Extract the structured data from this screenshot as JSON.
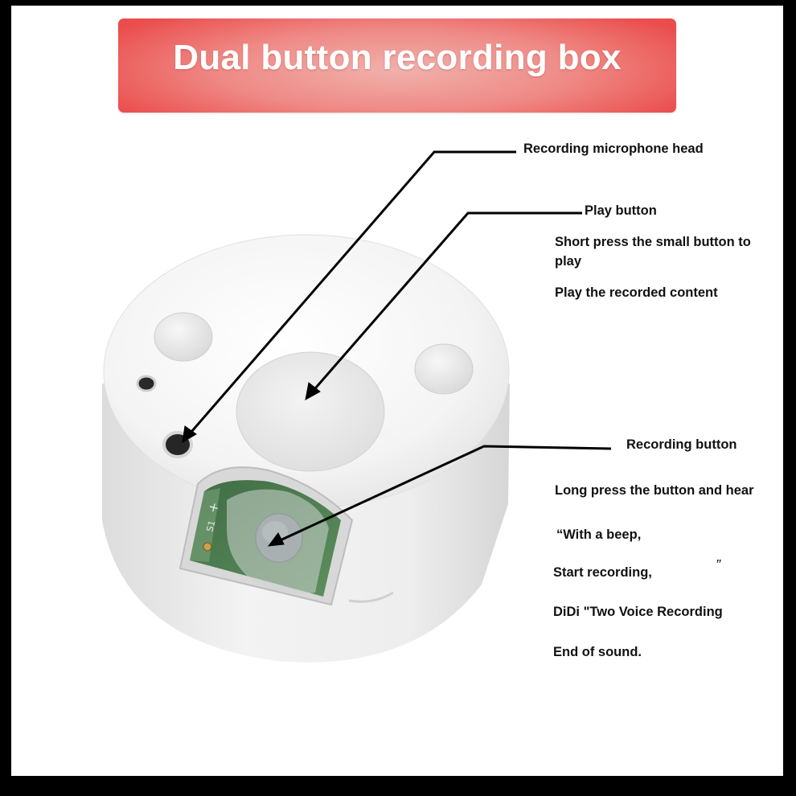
{
  "banner": {
    "title": "Dual button recording box"
  },
  "callouts": {
    "microphone": {
      "label": "Recording microphone head"
    },
    "play": {
      "label": "Play button",
      "desc1": "Short press the small button to play",
      "desc2": "Play the recorded content"
    },
    "record": {
      "label": "Recording button",
      "desc1": "Long press the button and hear",
      "desc2": "“With a beep,",
      "desc3": "Start recording,",
      "quote_mark": "”",
      "desc4": "DiDi \"Two Voice Recording",
      "desc5": "End of sound."
    }
  },
  "colors": {
    "banner_red": "#ea4d4c",
    "device_white": "#f2f2f2",
    "pcb_green": "#4f7f52"
  }
}
